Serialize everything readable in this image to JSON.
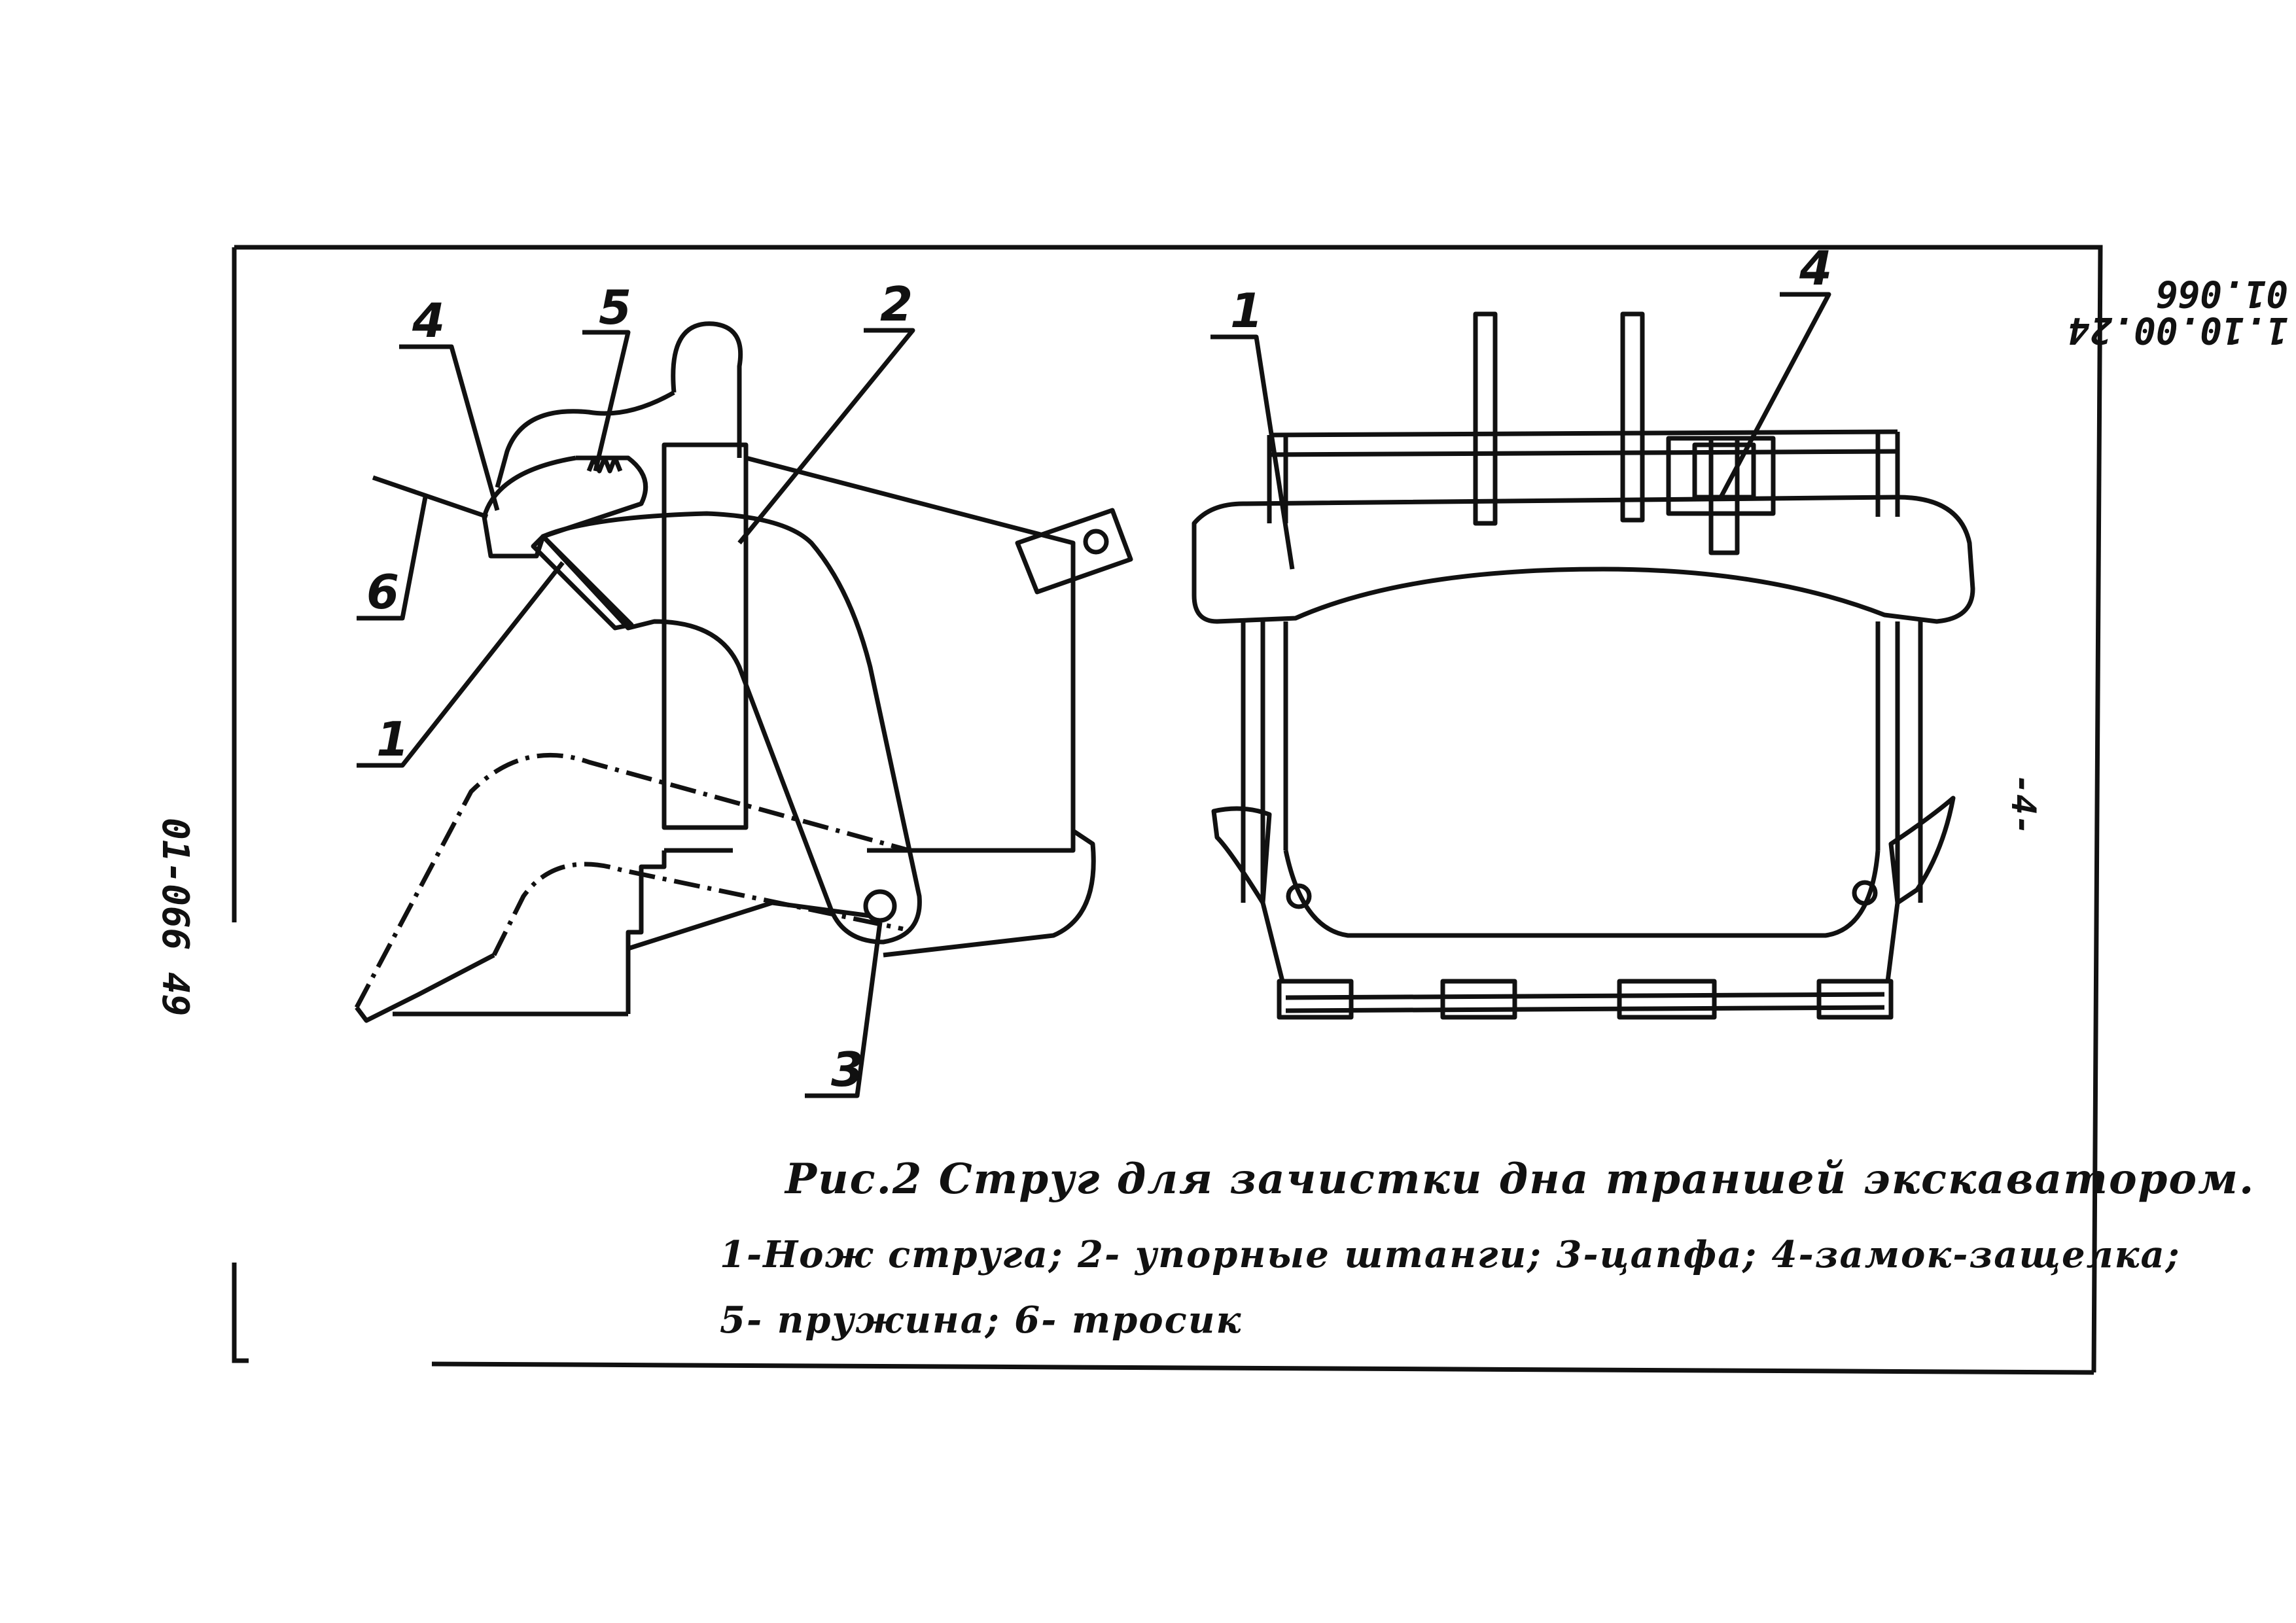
{
  "callouts": {
    "side": {
      "c1": "1",
      "c2": "2",
      "c3": "3",
      "c4": "4",
      "c5": "5",
      "c6": "6"
    },
    "front": {
      "c1": "1",
      "c4": "4"
    }
  },
  "margin_left": "01-066 49",
  "margin_right": [
    "1.10.00.24",
    "01.066"
  ],
  "page_number": "-4-",
  "caption": {
    "title": "Рис.2 Струг для зачистки дна траншей экскаватором.",
    "legend_line1": "1-Нож струга; 2- упорные штанги; 3-цапфа; 4-замок-защелка;",
    "legend_line2": "5- пружина; 6- тросик"
  }
}
